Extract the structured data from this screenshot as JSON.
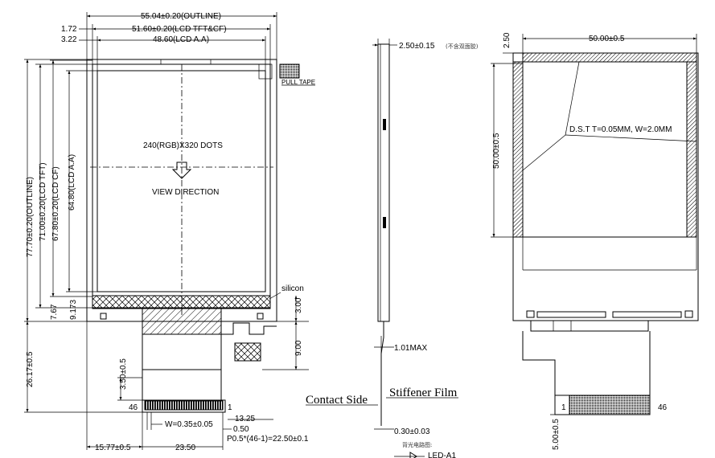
{
  "front_view": {
    "outline_w": "55.04±0.20(OUTLINE)",
    "tft_w": "51.60±0.20(LCD TFT&CF)",
    "aa_w": "48.60(LCD A.A)",
    "off_172": "1.72",
    "off_322": "3.22",
    "outline_h": "77.70±0.20(OUTLINE)",
    "tft_h": "71.00±0.20(LCD TFT)",
    "cf_h": "67.80±0.20(LCD CF)",
    "aa_h": "64.80(LCD A.A)",
    "resolution": "240(RGB)X320 DOTS",
    "view_direction": "VIEW DIRECTION",
    "pull_tape": "PULL TAPE",
    "silicon": "silicon",
    "d_767": "7.67",
    "d_9173": "9.173",
    "d_300": "3.00",
    "d_900": "9.00",
    "d_2617": "26.17±0.5",
    "d_350": "3.50±0.5",
    "pin46": "46",
    "pin1": "1",
    "w_pitch": "W=0.35±0.05",
    "d_1325": "13.25",
    "d_050": "0.50",
    "pitch": "P0.5*(46-1)=22.50±0.1",
    "d_1577": "15.77±0.5",
    "d_2350": "23.50"
  },
  "side_view": {
    "thickness": "2.50±0.15",
    "thickness_note": "(不含双面胶)",
    "fpc_max": "1.01MAX",
    "contact_side": "Contact Side",
    "stiffener": "Stiffener Film",
    "stiff_t": "0.30±0.03",
    "backlight_note": "背光电路图:",
    "led": "LED-A1"
  },
  "back_view": {
    "top_w": "50.00±0.5",
    "top_off": "2.50",
    "left_h": "50.00±0.5",
    "dst": "D.S.T  T=0.05MM, W=2.0MM",
    "pin1": "1",
    "pin46": "46",
    "bottom": "5.00±0.5"
  }
}
